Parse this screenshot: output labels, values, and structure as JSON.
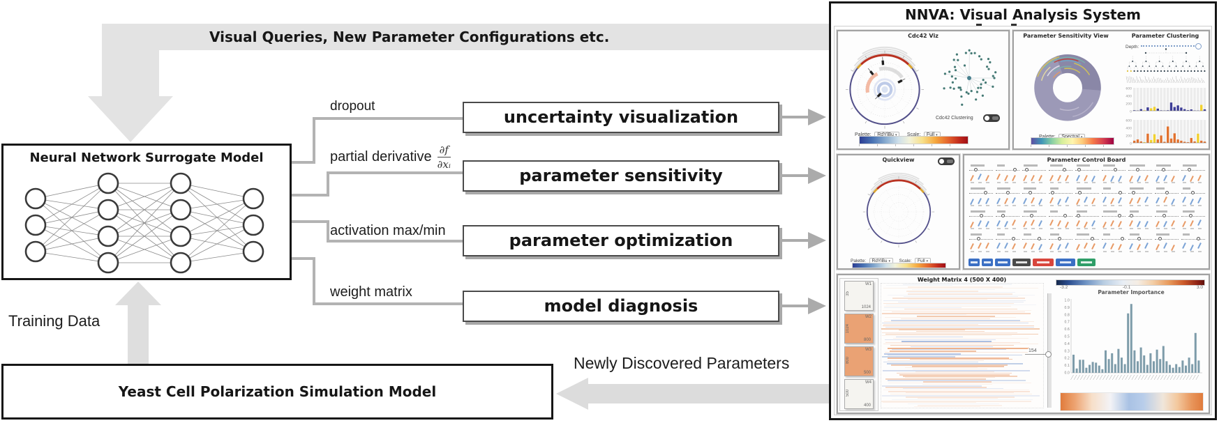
{
  "diagram": {
    "feedback_arrow_label": "Visual Queries, New Parameter Configurations etc.",
    "surrogate_model_title": "Neural Network Surrogate Model",
    "network_layers": [
      3,
      4,
      4,
      3
    ],
    "training_data_label": "Training Data",
    "simulation_model_title": "Yeast Cell Polarization Simulation Model",
    "newly_discovered_label": "Newly Discovered Parameters",
    "branches": [
      {
        "technique": "dropout",
        "task": "uncertainty visualization"
      },
      {
        "technique": "partial derivative",
        "formula_num": "∂f",
        "formula_den": "∂xᵢ",
        "task": "parameter sensitivity"
      },
      {
        "technique": "activation max/min",
        "task": "parameter optimization"
      },
      {
        "technique": "weight matrix",
        "task": "model diagnosis"
      }
    ]
  },
  "nnva": {
    "title": "NNVA: Visual Analysis System",
    "cdc42": {
      "title": "Cdc42 Viz",
      "clustering_label": "Cdc42 Clustering",
      "palette_label": "Palette:",
      "palette_value": "RdYlBu",
      "scale_label": "Scale:",
      "scale_value": "Full"
    },
    "sensitivity": {
      "title": "Parameter Sensitivity View",
      "palette_label": "Palette:",
      "palette_value": "Spectral"
    },
    "clustering": {
      "title": "Parameter Clustering",
      "depth_label": "Depth:",
      "y_ticks": [
        "600",
        "400",
        "200",
        "0"
      ],
      "top_bars": {
        "color": "#3c3c96",
        "highlight": "#f2d12e",
        "highlight_idx": [
          3,
          5,
          6,
          20
        ],
        "values": [
          15,
          8,
          45,
          12,
          95,
          70,
          110,
          60,
          12,
          8,
          14,
          230,
          105,
          150,
          90,
          45,
          18,
          38,
          8,
          6,
          165,
          40
        ]
      },
      "bottom_bars": {
        "color": "#e2722f",
        "highlight": "#f2d12e",
        "highlight_idx": [
          3,
          5,
          6,
          19
        ],
        "values": [
          60,
          95,
          40,
          18,
          255,
          80,
          240,
          95,
          205,
          30,
          455,
          120,
          265,
          95,
          60,
          30,
          18,
          135,
          40,
          255,
          60,
          35
        ]
      }
    },
    "quickview": {
      "title": "Quickview",
      "palette_label": "Palette:",
      "palette_value": "RdYlBu",
      "scale_label": "Scale:",
      "scale_value": "Full"
    },
    "control_board": {
      "title": "Parameter Control Board",
      "rows": 4,
      "cols": 9,
      "button_colors": [
        "#3b6fc4",
        "#3b6fc4",
        "#3b6fc4",
        "#4a4a4a",
        "#d8453c",
        "#3b6fc4",
        "#2f9e68"
      ],
      "button_widths": [
        16,
        16,
        22,
        26,
        30,
        28,
        26
      ]
    },
    "weights": {
      "matrix_title": "Weight Matrix 4 (500 X 400)",
      "colorbar": {
        "min": "-3.2",
        "mid": "-0.1",
        "max": "3.0"
      },
      "slider_value": "154",
      "thumbnails": [
        {
          "id": "W1",
          "left_dim": "35",
          "bottom_dim": "1024",
          "tone": "light"
        },
        {
          "id": "W2",
          "left_dim": "1024",
          "bottom_dim": "800",
          "tone": "orange"
        },
        {
          "id": "W3",
          "left_dim": "800",
          "bottom_dim": "500",
          "tone": "orange"
        },
        {
          "id": "W4",
          "left_dim": "500",
          "bottom_dim": "400",
          "tone": "light"
        }
      ],
      "importance": {
        "title": "Parameter Importance",
        "y_ticks": [
          "1.0",
          "0.9",
          "0.8",
          "0.7",
          "0.6",
          "0.5",
          "0.4",
          "0.3",
          "0.2",
          "0.1",
          "0.0"
        ],
        "bar_color": "#7e9caa",
        "values": [
          0.25,
          0.06,
          0.18,
          0.18,
          0.07,
          0.11,
          0.15,
          0.14,
          0.1,
          0.05,
          0.31,
          0.19,
          0.27,
          0.12,
          0.33,
          0.21,
          0.12,
          0.82,
          0.95,
          0.31,
          0.16,
          0.35,
          0.24,
          0.11,
          0.27,
          0.16,
          0.32,
          0.19,
          0.37,
          0.16,
          0.11,
          0.07,
          0.12,
          0.08,
          0.17,
          0.1,
          0.21,
          0.12,
          0.55,
          0.17
        ]
      }
    }
  }
}
